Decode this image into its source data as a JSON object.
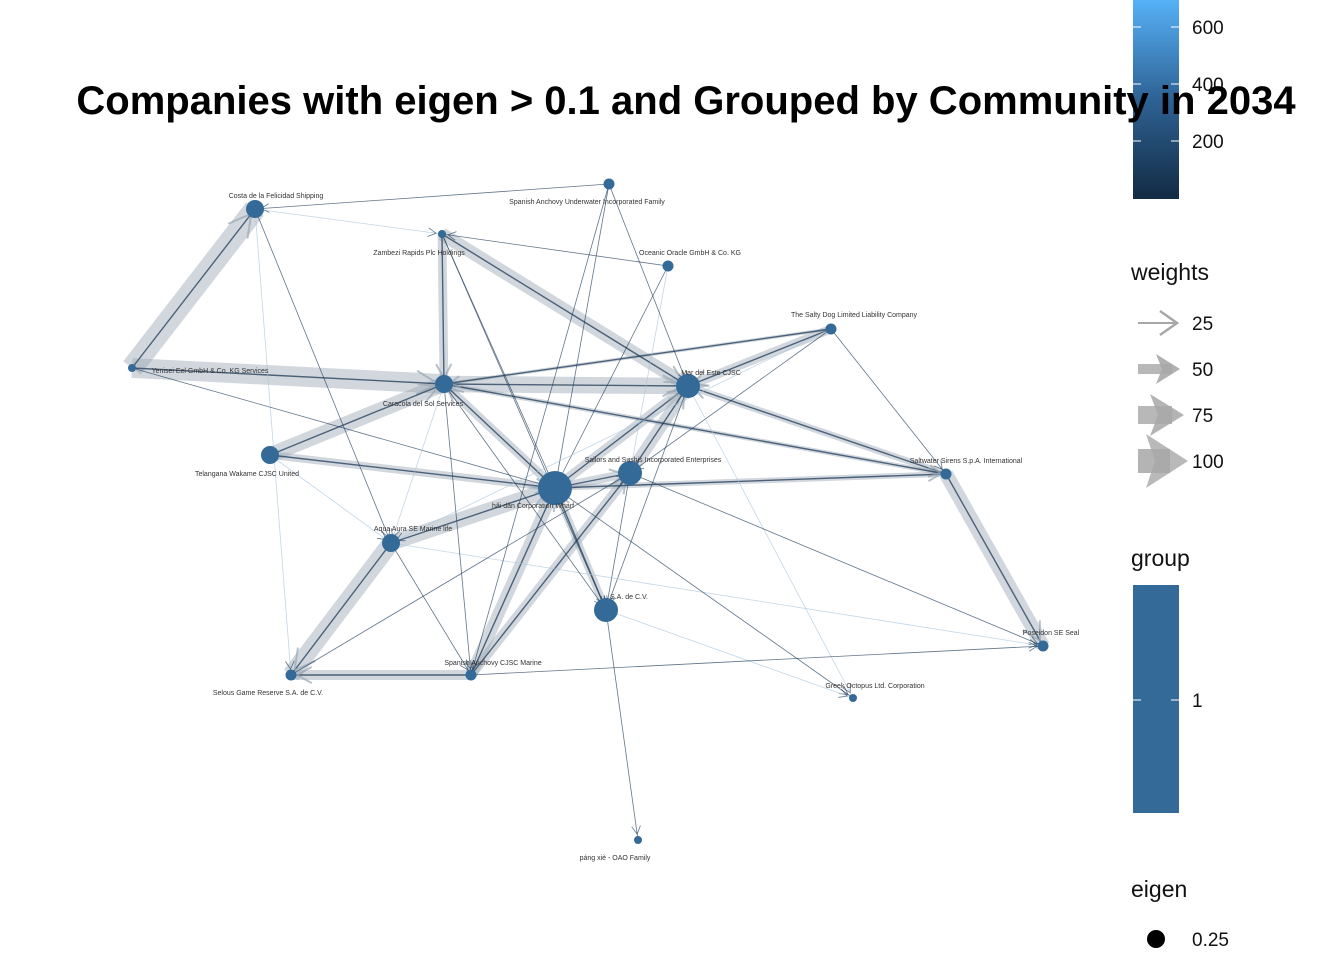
{
  "title": "Companies with eigen > 0.1 and Grouped by Community in 2034",
  "colors": {
    "node": "#336A98",
    "edge_dark": "#1E3A57",
    "edge_light": "#A9C4DC",
    "edge_halo": "#9AA7B3",
    "legend_arrow": "#9E9E9E"
  },
  "nodes": [
    {
      "id": "costa",
      "label": "Costa de la Felicidad Shipping",
      "size": "medium"
    },
    {
      "id": "spanish_under",
      "label": "Spanish Anchovy Underwater Incorporated Family",
      "size": "small"
    },
    {
      "id": "zambezi",
      "label": "Zambezi Rapids  Plc Holdings",
      "size": "tiny"
    },
    {
      "id": "oceanic",
      "label": "Oceanic Oracle GmbH & Co. KG",
      "size": "small"
    },
    {
      "id": "salty",
      "label": "The Salty Dog Limited Liability Company",
      "size": "small"
    },
    {
      "id": "yenisei",
      "label": "Yenisei  Eel GmbH & Co. KG Services",
      "size": "tiny"
    },
    {
      "id": "caracola",
      "label": "Caracola del Sol Services",
      "size": "medium"
    },
    {
      "id": "mar",
      "label": "Mar del Este CJSC",
      "size": "large"
    },
    {
      "id": "telangana",
      "label": "Telangana  Wakame CJSC United",
      "size": "medium"
    },
    {
      "id": "sailors",
      "label": "Sailors and Sushis Incorporated Enterprises",
      "size": "large"
    },
    {
      "id": "saltwater",
      "label": "Saltwater Sirens S.p.A. International",
      "size": "small"
    },
    {
      "id": "hai",
      "label": "hǎi dǎn Corporation Wharf",
      "size": "xlarge"
    },
    {
      "id": "aqua",
      "label": "Aqua Aura SE Marine life",
      "size": "medium"
    },
    {
      "id": "sa",
      "label": "S.A. de C.V.",
      "size": "large"
    },
    {
      "id": "poseidon",
      "label": "Poseidon SE Seal",
      "size": "small"
    },
    {
      "id": "selous",
      "label": "Selous Game Reserve  S.A. de C.V.",
      "size": "small"
    },
    {
      "id": "spanish_cjsc",
      "label": "Spanish Anchovy CJSC Marine",
      "size": "small"
    },
    {
      "id": "greek",
      "label": "Greek Octopus Ltd. Corporation",
      "size": "tiny"
    },
    {
      "id": "pang",
      "label": "páng xiè - OAO Family",
      "size": "tiny"
    }
  ],
  "edges": [
    {
      "from": "yenisei",
      "to": "costa",
      "weight": 100
    },
    {
      "from": "yenisei",
      "to": "caracola",
      "weight": 90
    },
    {
      "from": "caracola",
      "to": "mar",
      "weight": 75
    },
    {
      "from": "zambezi",
      "to": "mar",
      "weight": 60
    },
    {
      "from": "zambezi",
      "to": "caracola",
      "weight": 40
    },
    {
      "from": "telangana",
      "to": "caracola",
      "weight": 70
    },
    {
      "from": "telangana",
      "to": "hai",
      "weight": 35
    },
    {
      "from": "hai",
      "to": "caracola",
      "weight": 40
    },
    {
      "from": "hai",
      "to": "mar",
      "weight": 45
    },
    {
      "from": "hai",
      "to": "sailors",
      "weight": 40
    },
    {
      "from": "sailors",
      "to": "mar",
      "weight": 55
    },
    {
      "from": "salty",
      "to": "mar",
      "weight": 40
    },
    {
      "from": "saltwater",
      "to": "mar",
      "weight": 30
    },
    {
      "from": "saltwater",
      "to": "poseidon",
      "weight": 65
    },
    {
      "from": "aqua",
      "to": "selous",
      "weight": 80
    },
    {
      "from": "aqua",
      "to": "hai",
      "weight": 70
    },
    {
      "from": "spanish_cjsc",
      "to": "selous",
      "weight": 45
    },
    {
      "from": "spanish_cjsc",
      "to": "hai",
      "weight": 55
    },
    {
      "from": "spanish_cjsc",
      "to": "sailors",
      "weight": 45
    },
    {
      "from": "sa",
      "to": "hai",
      "weight": 35
    },
    {
      "from": "hai",
      "to": "saltwater",
      "weight": 25
    },
    {
      "from": "caracola",
      "to": "saltwater",
      "weight": 20
    },
    {
      "from": "sa",
      "to": "pang",
      "weight": 5
    },
    {
      "from": "salty",
      "to": "caracola",
      "weight": 15
    },
    {
      "from": "costa",
      "to": "zambezi",
      "weight": 5
    },
    {
      "from": "spanish_under",
      "to": "hai",
      "weight": 5
    },
    {
      "from": "spanish_under",
      "to": "costa",
      "weight": 3
    },
    {
      "from": "oceanic",
      "to": "sailors",
      "weight": 5
    },
    {
      "from": "oceanic",
      "to": "zambezi",
      "weight": 3
    },
    {
      "from": "oceanic",
      "to": "hai",
      "weight": 3
    },
    {
      "from": "zambezi",
      "to": "hai",
      "weight": 8
    },
    {
      "from": "zambezi",
      "to": "sa",
      "weight": 5
    },
    {
      "from": "costa",
      "to": "aqua",
      "weight": 4
    },
    {
      "from": "costa",
      "to": "selous",
      "weight": 3
    },
    {
      "from": "yenisei",
      "to": "hai",
      "weight": 4
    },
    {
      "from": "salty",
      "to": "sailors",
      "weight": 6
    },
    {
      "from": "salty",
      "to": "aqua",
      "weight": 3
    },
    {
      "from": "salty",
      "to": "saltwater",
      "weight": 3
    },
    {
      "from": "mar",
      "to": "sa",
      "weight": 6
    },
    {
      "from": "mar",
      "to": "greek",
      "weight": 3
    },
    {
      "from": "sailors",
      "to": "sa",
      "weight": 8
    },
    {
      "from": "sailors",
      "to": "poseidon",
      "weight": 3
    },
    {
      "from": "aqua",
      "to": "poseidon",
      "weight": 3
    },
    {
      "from": "aqua",
      "to": "spanish_cjsc",
      "weight": 6
    },
    {
      "from": "hai",
      "to": "greek",
      "weight": 3
    },
    {
      "from": "sa",
      "to": "greek",
      "weight": 3
    },
    {
      "from": "spanish_cjsc",
      "to": "poseidon",
      "weight": 10
    },
    {
      "from": "selous",
      "to": "sailors",
      "weight": 5
    },
    {
      "from": "caracola",
      "to": "aqua",
      "weight": 5
    },
    {
      "from": "caracola",
      "to": "spanish_cjsc",
      "weight": 4
    },
    {
      "from": "caracola",
      "to": "sa",
      "weight": 4
    },
    {
      "from": "telangana",
      "to": "aqua",
      "weight": 3
    },
    {
      "from": "spanish_under",
      "to": "spanish_cjsc",
      "weight": 3
    },
    {
      "from": "spanish_under",
      "to": "mar",
      "weight": 3
    }
  ],
  "legend": {
    "colorbar": {
      "ticks": [
        "600",
        "400",
        "200"
      ]
    },
    "weights": {
      "title": "weights",
      "items": [
        "25",
        "50",
        "75",
        "100"
      ]
    },
    "group": {
      "title": "group",
      "items": [
        "1"
      ]
    },
    "eigen": {
      "title": "eigen",
      "items": [
        "0.25"
      ]
    }
  }
}
